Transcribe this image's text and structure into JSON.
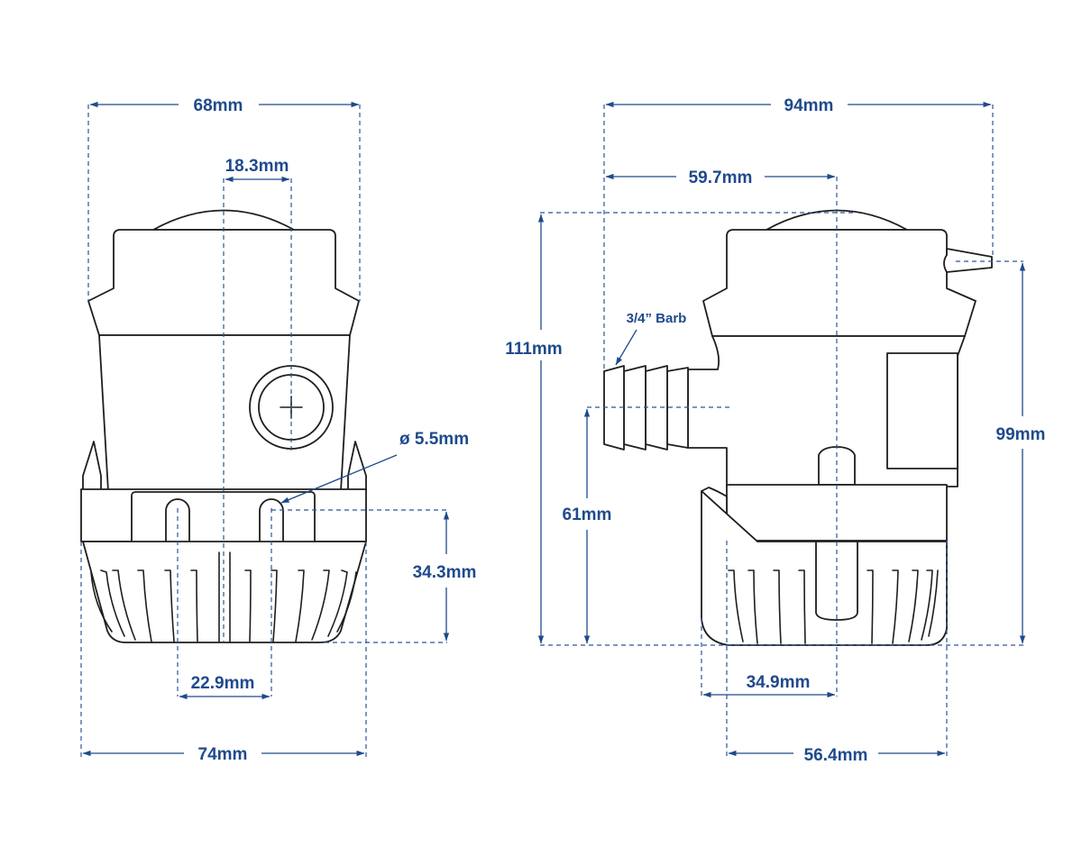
{
  "front_view": {
    "dims": {
      "top_width": "68mm",
      "outlet_offset": "18.3mm",
      "mount_hole_dia": "ø 5.5mm",
      "slot_height": "34.3mm",
      "slot_spacing": "22.9mm",
      "base_width": "74mm"
    }
  },
  "side_view": {
    "dims": {
      "overall_length": "94mm",
      "outlet_position": "59.7mm",
      "barb_label": "3/4” Barb",
      "overall_height": "111mm",
      "outlet_height": "61mm",
      "cable_height": "99mm",
      "base_offset": "34.9mm",
      "base_length": "56.4mm"
    }
  },
  "colors": {
    "dimension_blue": "#1e4a8c",
    "outline": "#1e1e1e"
  }
}
